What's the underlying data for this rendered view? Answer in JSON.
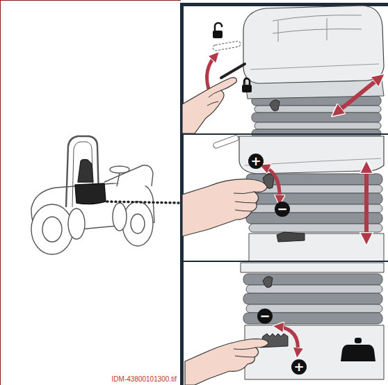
{
  "diagram": {
    "labels": [
      "+",
      "−",
      "−",
      "+",
      "IDM-43800101300.tif"
    ]
  }
}
